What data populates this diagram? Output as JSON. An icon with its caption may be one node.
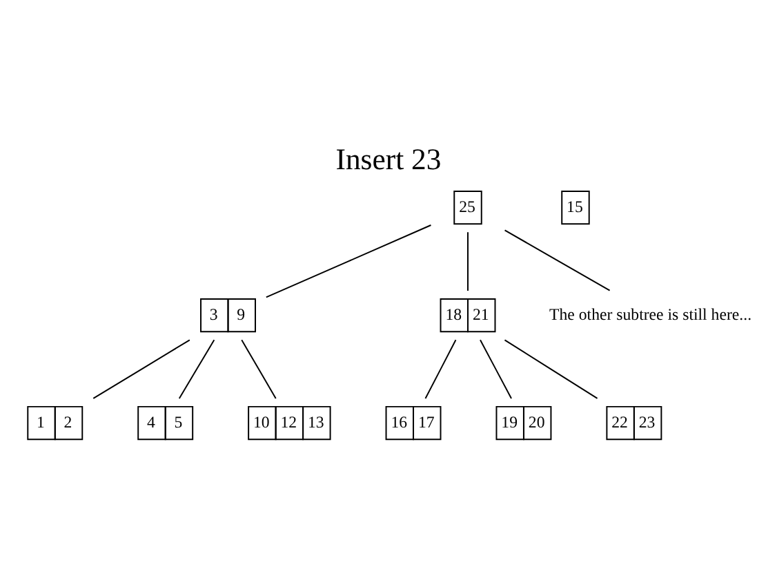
{
  "diagram": {
    "title": "Insert 23",
    "nodes": [
      {
        "text": [
          "25"
        ]
      },
      {
        "text": [
          "15"
        ]
      },
      {
        "text": [
          "3",
          "9"
        ]
      },
      {
        "text": [
          "18",
          "21"
        ]
      },
      {
        "text": [
          "The other subtree is still here..."
        ]
      },
      {
        "text": [
          "1",
          "2"
        ]
      },
      {
        "text": [
          "4",
          "5"
        ]
      },
      {
        "text": [
          "10",
          "12",
          "13"
        ]
      },
      {
        "text": [
          "16",
          "17"
        ]
      },
      {
        "text": [
          "19",
          "20"
        ]
      },
      {
        "text": [
          "22",
          "23"
        ]
      }
    ],
    "edges": [
      {
        "from": 0,
        "to": 2,
        "arrow": "none"
      },
      {
        "from": 0,
        "to": 3,
        "arrow": "none"
      },
      {
        "from": 0,
        "to": 4,
        "arrow": "none"
      },
      {
        "from": 2,
        "to": 5,
        "arrow": "none"
      },
      {
        "from": 2,
        "to": 6,
        "arrow": "none"
      },
      {
        "from": 2,
        "to": 7,
        "arrow": "none"
      },
      {
        "from": 3,
        "to": 8,
        "arrow": "none"
      },
      {
        "from": 3,
        "to": 9,
        "arrow": "none"
      },
      {
        "from": 3,
        "to": 10,
        "arrow": "none"
      }
    ]
  }
}
